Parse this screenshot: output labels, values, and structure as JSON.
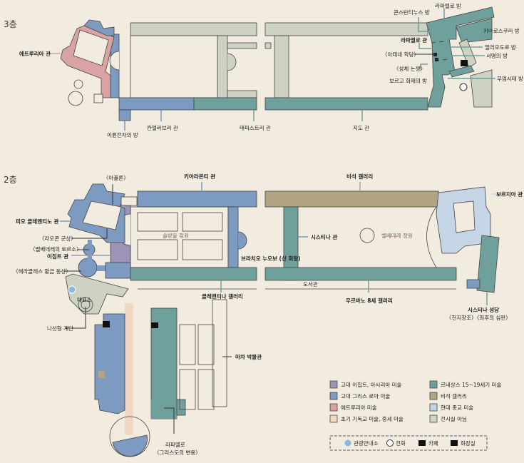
{
  "colors": {
    "background": "#f2ece0",
    "egypt_assyria": "#9d93b6",
    "greek_roman": "#7d9bc1",
    "etruscan": "#d9a3a3",
    "early_christian_medieval": "#f0d8c4",
    "renaissance": "#6fa09c",
    "inscription_gallery": "#b2a682",
    "modern_religious": "#c6d5e6",
    "not_exhibition": "#cdd2c2"
  },
  "floor3": {
    "title": "3층",
    "labels": {
      "etruscan": "에트루리아 관",
      "biga": "이륜전차의 방",
      "candelabra": "칸델라브리 관",
      "tapestry": "태피스트리 관",
      "maps": "지도 관",
      "constantine": "콘스탄티누스 방",
      "raphael_loggia": "라파엘로 방",
      "chiaroscuri": "키아로스쿠리 방",
      "raphael_rooms": "라파엘로 관",
      "heliodorus": "엘리오도로 방",
      "school_athens": "〈아테네 학당〉",
      "signatura": "서명의 방",
      "disputa": "〈성체 논쟁〉",
      "borgo_fire": "보르고 화재의 방",
      "borgia_tower": "무염시태 방"
    }
  },
  "floor2": {
    "title": "2층",
    "labels": {
      "apollo": "〈아폴론〉",
      "chiaramonti": "키아라몬티 관",
      "inscription": "비석 갤러리",
      "borgia": "보르지아 관",
      "pio_clementino": "피오 클레멘티노 관",
      "laocoon": "〈라오콘 군상〉",
      "belvedere_torso": "〈벨베데레의 토르소〉",
      "egyptian": "이집트 관",
      "hercules": "〈헤라클레스 황금 동상〉",
      "pinecone_courtyard": "솔방울 정원",
      "braccio_nuovo": "브라치오 누오보 (신 회랑)",
      "sistine_hall": "시스티나 관",
      "belvedere_courtyard": "벨베데레 정원",
      "library": "도서관",
      "clementina": "클레멘티나 갤러리",
      "urban8": "우르바노 8세 갤러리",
      "sistine_chapel": "시스티나 성당",
      "sistine_works": "〈천지창조〉〈최후의 심판〉",
      "shop": "매표소",
      "spiral_stair": "나선형 계단",
      "carriage": "마차 박물관",
      "raphael": "라파엘로",
      "transfiguration": "〈그리스도의 변용〉"
    }
  },
  "legend": {
    "items": [
      {
        "label": "고대 이집트, 아시리아 미술",
        "color": "#9d93b6"
      },
      {
        "label": "고대 그리스 로마 미술",
        "color": "#7d9bc1"
      },
      {
        "label": "에트루리아 미술",
        "color": "#d9a3a3"
      },
      {
        "label": "초기 기독교 미술, 중세 미술",
        "color": "#f0d8c4"
      },
      {
        "label": "르네상스 15~19세기 미술",
        "color": "#6fa09c"
      },
      {
        "label": "비석 갤러리",
        "color": "#b2a682"
      },
      {
        "label": "현대 종교 미술",
        "color": "#c6d5e6"
      },
      {
        "label": "전시실 아님",
        "color": "#cdd2c2"
      }
    ],
    "facilities": [
      {
        "icon": "info-icon",
        "label": "관광안내소"
      },
      {
        "icon": "phone-icon",
        "label": "전화"
      },
      {
        "icon": "cafe-icon",
        "label": "카페"
      },
      {
        "icon": "restroom-icon",
        "label": "화장실"
      }
    ]
  }
}
